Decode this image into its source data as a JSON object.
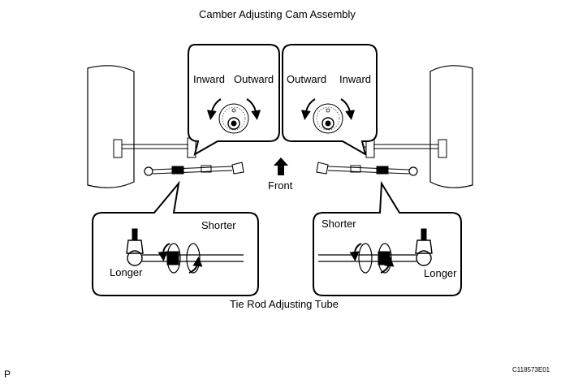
{
  "title": "Camber Adjusting Cam Assembly",
  "caption": "Tie Rod Adjusting Tube",
  "center_label": "Front",
  "left_cam": {
    "label_1": "Inward",
    "label_2": "Outward"
  },
  "right_cam": {
    "label_1": "Outward",
    "label_2": "Inward"
  },
  "left_tube": {
    "label_shorter": "Shorter",
    "label_longer": "Longer"
  },
  "right_tube": {
    "label_shorter": "Shorter",
    "label_longer": "Longer"
  },
  "corner_mark": "P",
  "figure_id": "C118573E01"
}
